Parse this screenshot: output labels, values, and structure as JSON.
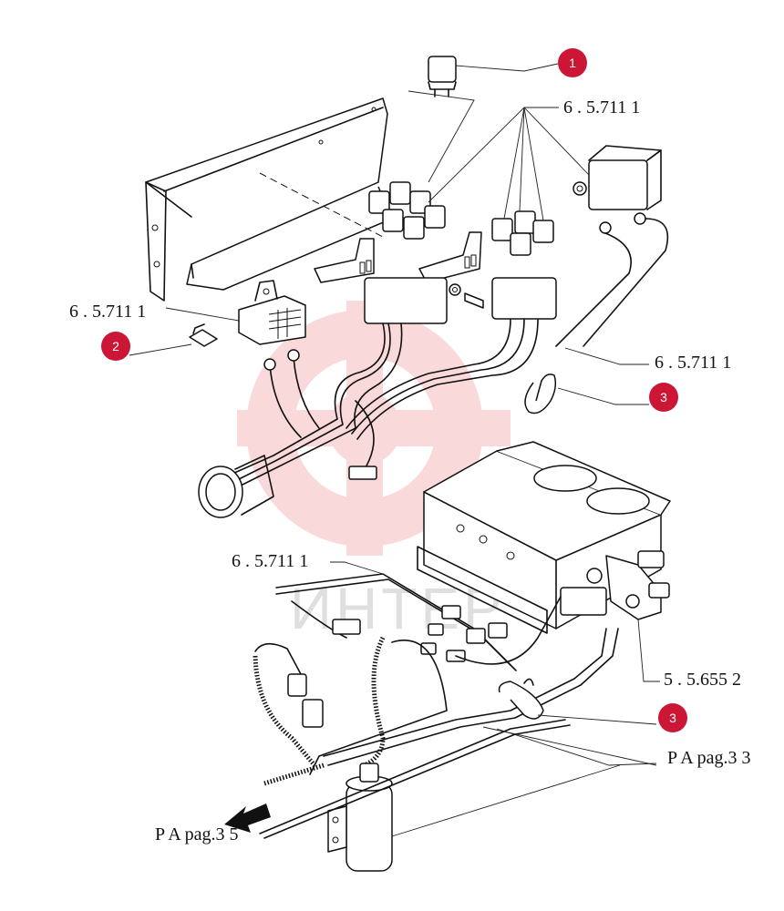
{
  "ref_labels": {
    "relay_group_upper": "6 . 5.711 1",
    "bracket_left": "6 . 5.711 1",
    "harness_right": "6 . 5.711 1",
    "sensor_wires": "6 . 5.711 1",
    "valve_block": "5 . 5.655 2",
    "pipe_right": "P A pag.3 3",
    "pipe_left": "P A pag.3 5"
  },
  "callouts": {
    "relay": "1",
    "fuse_holder": "2",
    "clamp_upper": "3",
    "clamp_lower": "3"
  },
  "watermark": {
    "text": "ИНТЕР",
    "color": "#e8323c"
  },
  "colors": {
    "badge": "#cc1636",
    "line": "#111111"
  }
}
